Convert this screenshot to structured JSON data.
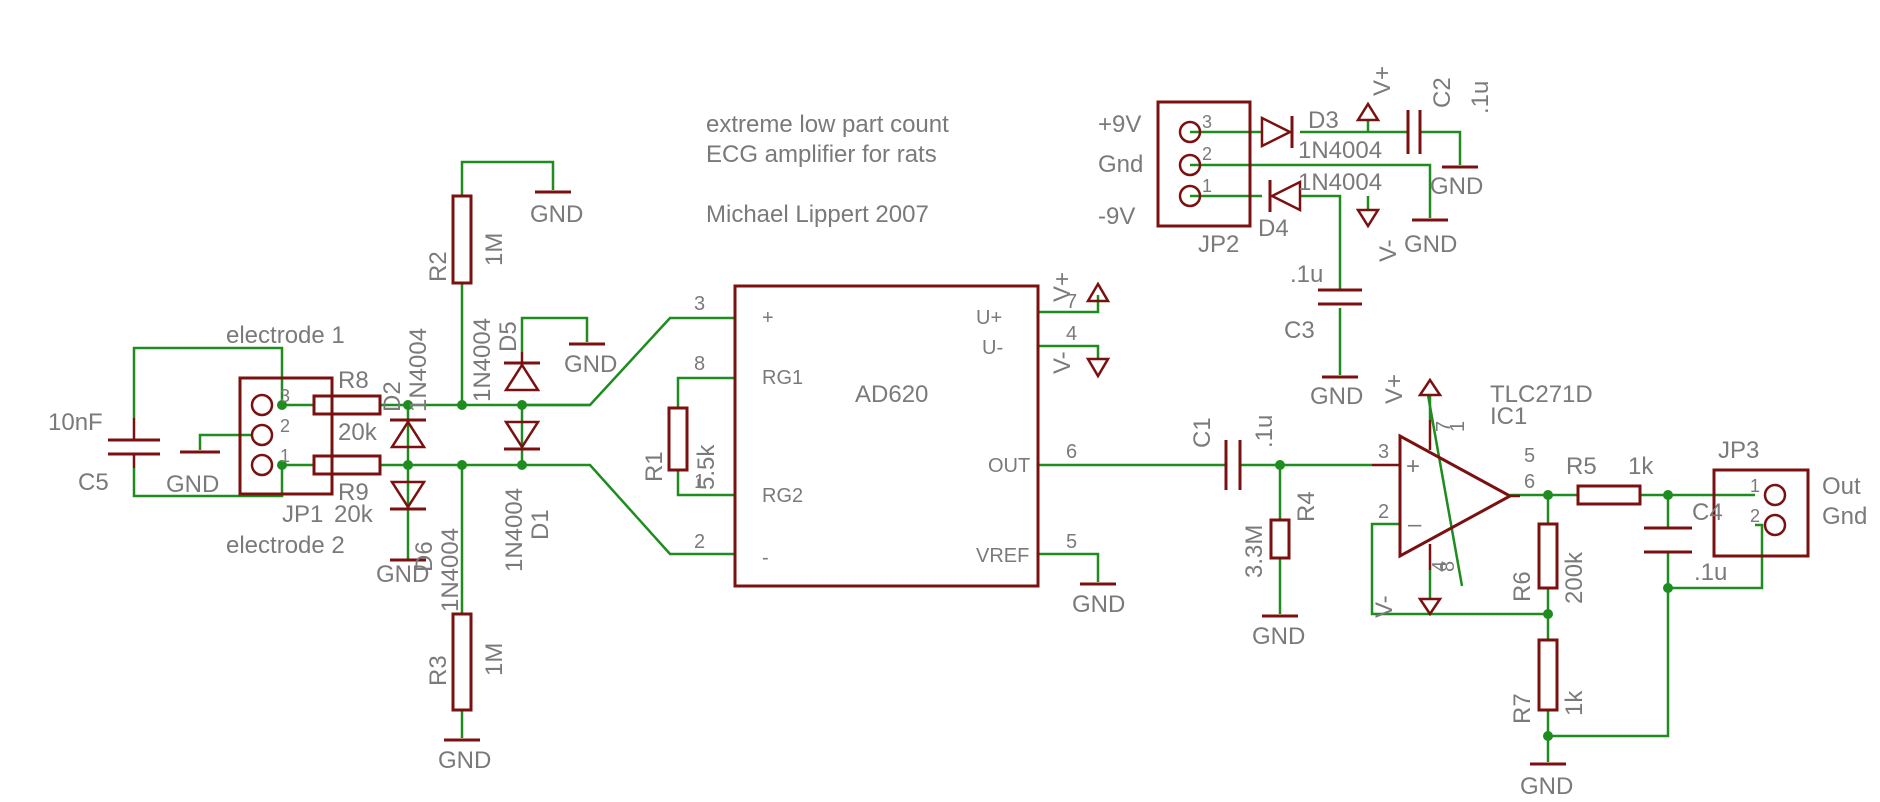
{
  "notes": {
    "line1": "extreme low part count",
    "line2": "ECG amplifier for rats",
    "author": "Michael Lippert 2007"
  },
  "labels": {
    "gnd": "GND",
    "electrode1": "electrode 1",
    "electrode2": "electrode 2",
    "c5_name": "C5",
    "c5_val": "10nF",
    "jp1": "JP1",
    "r8": "R8",
    "r9": "R9",
    "r8_val": "20k",
    "r9_val": "20k",
    "d2": "D2",
    "d6": "D6",
    "d5": "D5",
    "d1": "D1",
    "d3": "D3",
    "d4": "D4",
    "diode_type": "1N4004",
    "r2": "R2",
    "r2_val": "1M",
    "r3": "R3",
    "r3_val": "1M",
    "r1": "R1",
    "r1_val": "5.5k",
    "ic_name": "AD620",
    "ic_pin_plus": "+",
    "ic_pin_minus": "-",
    "ic_rg1": "RG1",
    "ic_rg2": "RG2",
    "ic_uplus": "U+",
    "ic_uminus": "U-",
    "ic_out": "OUT",
    "ic_vref": "VREF",
    "pin3": "3",
    "pin8": "8",
    "pin1": "1",
    "pin2": "2",
    "pin7": "7",
    "pin4": "4",
    "pin6": "6",
    "pin5": "5",
    "vplus": "V+",
    "vminus": "V-",
    "jp2": "JP2",
    "p9v": "+9V",
    "gndtxt": "Gnd",
    "m9v": "-9V",
    "c2": "C2",
    "c2_val": ".1u",
    "c3": "C3",
    "c3_val": ".1u",
    "c1": "C1",
    "c1_val": ".1u",
    "r4": "R4",
    "r4_val": "3.3M",
    "op_name": "TLC271D",
    "ic1": "IC1",
    "op_plus": "+",
    "op_minus": "–",
    "r5": "R5",
    "r5_val": "1k",
    "r6": "R6",
    "r6_val": "200k",
    "r7": "R7",
    "r7_val": "1k",
    "c4": "C4",
    "c4_val": ".1u",
    "jp3": "JP3",
    "out": "Out",
    "gnd_out": "Gnd"
  },
  "colors": {
    "symbol": "#7a1010",
    "wire": "#1e8c1e",
    "label": "#7a7a7a"
  }
}
